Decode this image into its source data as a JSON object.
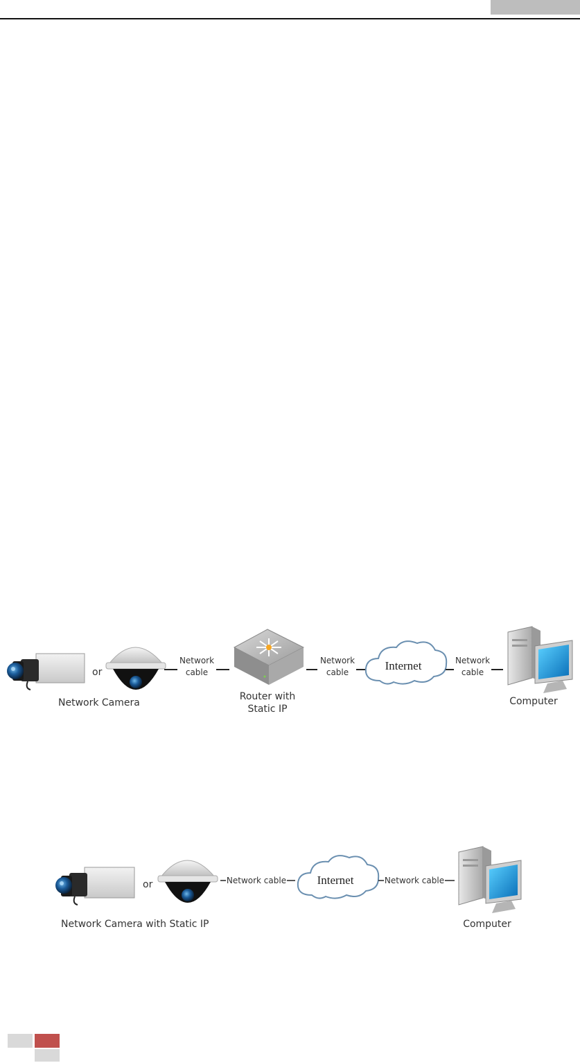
{
  "diagram_1": {
    "camera_label": "Network Camera",
    "or_text": "or",
    "cable_1": [
      "Network",
      "cable"
    ],
    "router_label": [
      "Router with",
      "Static IP"
    ],
    "cable_2": [
      "Network",
      "cable"
    ],
    "internet_label": "Internet",
    "cable_3": [
      "Network",
      "cable"
    ],
    "computer_label": "Computer"
  },
  "diagram_2": {
    "camera_label": "Network Camera with Static IP",
    "or_text": "or",
    "cable_1": "Network cable",
    "internet_label": "Internet",
    "cable_2": "Network cable",
    "computer_label": "Computer"
  },
  "colors": {
    "accent_red": "#c0504d",
    "light_gray": "#d9d9d9",
    "header_gray": "#bdbdbd"
  }
}
